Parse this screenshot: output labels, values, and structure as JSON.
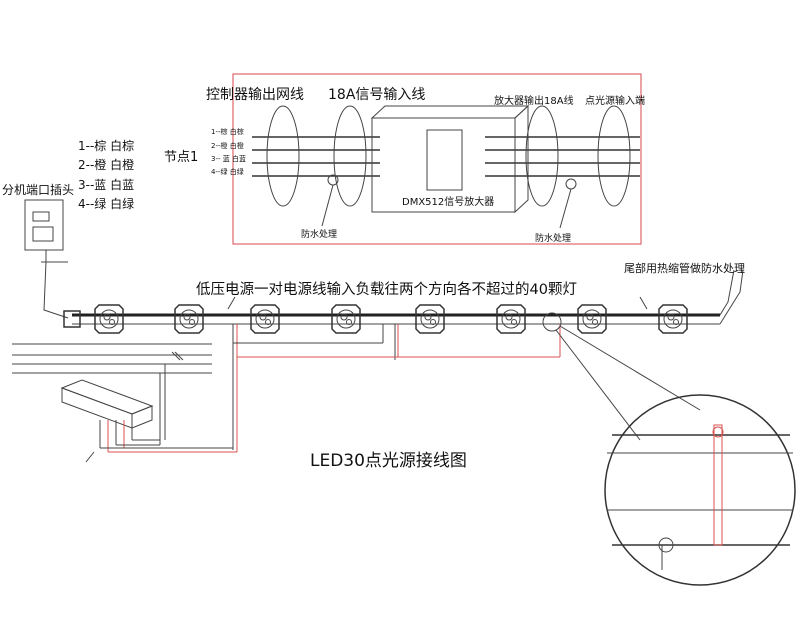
{
  "title": "LED30点光源接线图",
  "junction_box": {
    "title": "分机端口插头",
    "pins": [
      "1--棕 白棕",
      "2--橙 白橙",
      "3--蓝 白蓝",
      "4--绿 白绿"
    ]
  },
  "detail_box": {
    "node_label": "节点1",
    "controller_output": "控制器输出网线",
    "signal_input_18a": "18A信号输入线",
    "amp_output": "放大器输出18A线",
    "point_light_input": "点光源输入端",
    "amplifier": "DMX512信号放大器",
    "waterproof_left": "防水处理",
    "waterproof_right": "防水处理",
    "wire_rows": [
      "1--棕 白棕",
      "2--橙 白橙",
      "3-- 蓝 白蓝",
      "4--绿 白绿"
    ]
  },
  "power_note": "低压电源一对电源线输入负载往两个方向各不超过的40颗灯",
  "tail_note": "尾部用热缩管做防水处理",
  "colors": {
    "accent_red": "#d9534f",
    "box_red": "#e0666a"
  }
}
